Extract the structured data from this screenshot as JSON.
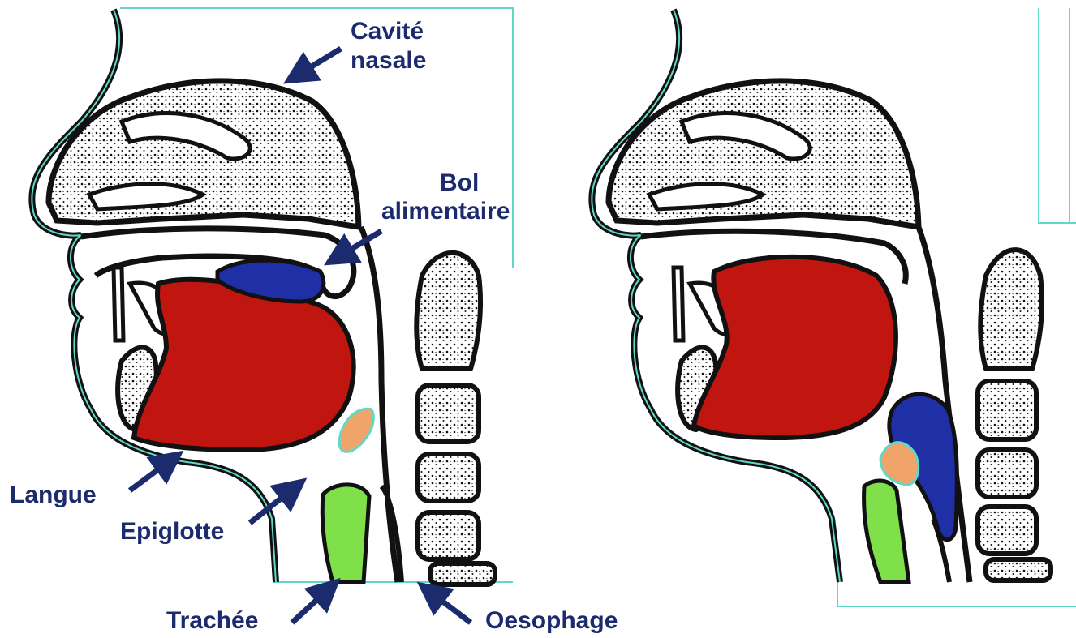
{
  "labels": {
    "cavite_nasale_line1": "Cavité",
    "cavite_nasale_line2": "nasale",
    "bol_line1": "Bol",
    "bol_line2": "alimentaire",
    "langue": "Langue",
    "epiglotte": "Epiglotte",
    "trachee": "Trachée",
    "oesophage": "Oesophage"
  },
  "colors": {
    "label_text": "#1c2b6e",
    "arrow": "#1c2b6e",
    "outline": "#111111",
    "halo": "#5fd8c8",
    "tongue": "#c0160f",
    "food_bolus": "#1f2fa6",
    "epiglottis": "#f0a46a",
    "trachea": "#7fe04a",
    "tissue": "#ffffff"
  }
}
